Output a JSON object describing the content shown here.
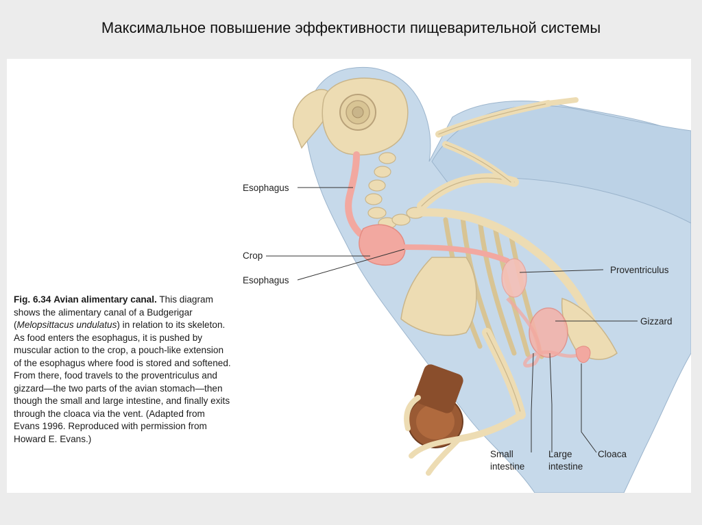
{
  "slide": {
    "title": "Максимальное повышение эффективности пищеварительной системы"
  },
  "caption": {
    "fig_label": "Fig. 6.34",
    "fig_title": "Avian alimentary canal.",
    "text_1": "This diagram shows the alimentary canal of a Budgerigar (",
    "species": "Melopsittacus undulatus",
    "text_2": ") in relation to its skeleton. As food enters the esophagus, it is pushed by muscular action to the crop, a pouch-like extension of the esophagus where food is stored and softened. From there, food travels to the proventriculus and gizzard—the two parts of the avian stomach—then though the small and large intestine, and finally exits through the cloaca via the vent. (Adapted from Evans 1996. Reproduced with permission from Howard E. Evans.)"
  },
  "labels": {
    "esophagus_upper": "Esophagus",
    "crop": "Crop",
    "esophagus_lower": "Esophagus",
    "proventriculus": "Proventriculus",
    "gizzard": "Gizzard",
    "small_intestine_1": "Small",
    "small_intestine_2": "intestine",
    "large_intestine_1": "Large",
    "large_intestine_2": "intestine",
    "cloaca": "Cloaca"
  },
  "colors": {
    "body_silhouette": "#c6d9ea",
    "bone": "#eddcb3",
    "bone_outline": "#c9b58a",
    "digestive_tract": "#f2a8a0",
    "perch": "#9a5a34"
  }
}
